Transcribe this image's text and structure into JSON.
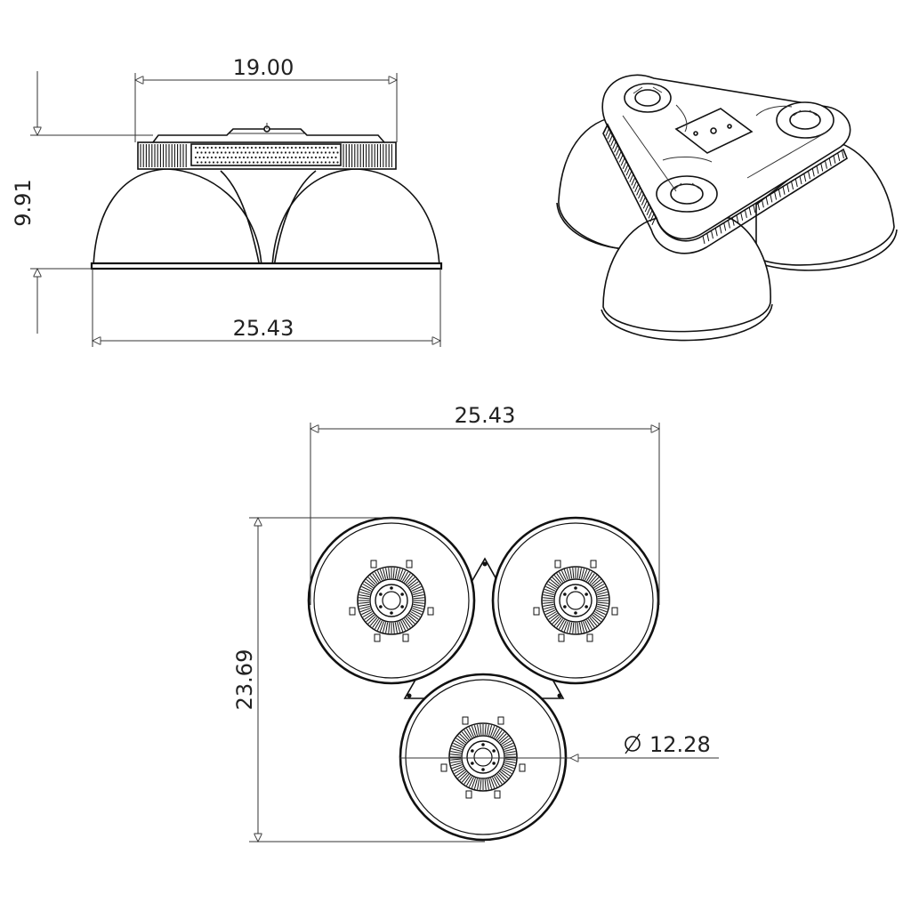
{
  "dimensions": {
    "side_top_width": "19.00",
    "side_height": "9.91",
    "side_bottom_width": "25.43",
    "plan_width": "25.43",
    "plan_height": "23.69",
    "plan_diameter": "12.28"
  },
  "colors": {
    "line": "#111111",
    "background": "#ffffff"
  }
}
